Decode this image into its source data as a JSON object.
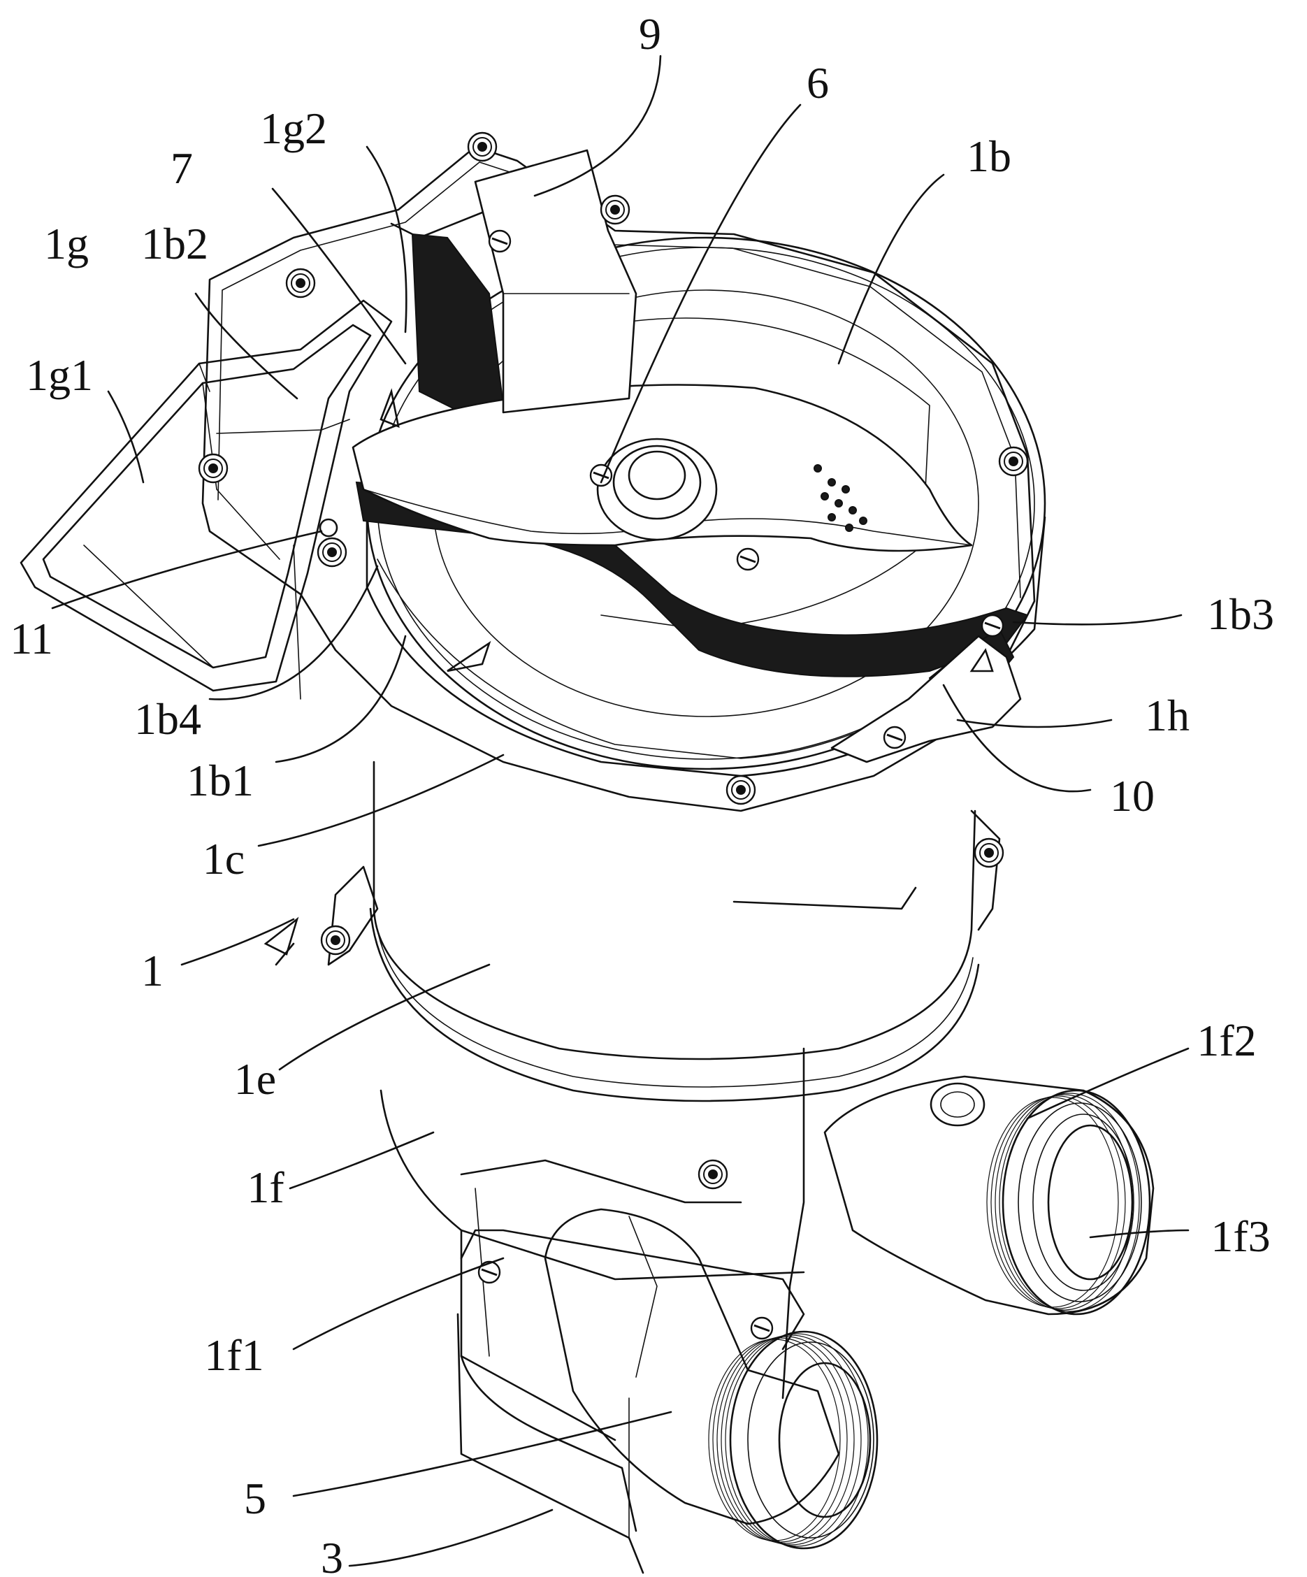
{
  "labels": {
    "l9": "9",
    "l6": "6",
    "l1g2": "1g2",
    "l1b": "1b",
    "l7": "7",
    "l1g": "1g",
    "l1b2": "1b2",
    "l1g1": "1g1",
    "l11": "11",
    "l1b3": "1b3",
    "l1b4": "1b4",
    "l1h": "1h",
    "l1b1": "1b1",
    "l10": "10",
    "l1c": "1c",
    "l1": "1",
    "l1e": "1e",
    "l1f2": "1f2",
    "l1f": "1f",
    "l1f3": "1f3",
    "l1f1": "1f1",
    "l5": "5",
    "l3": "3"
  }
}
